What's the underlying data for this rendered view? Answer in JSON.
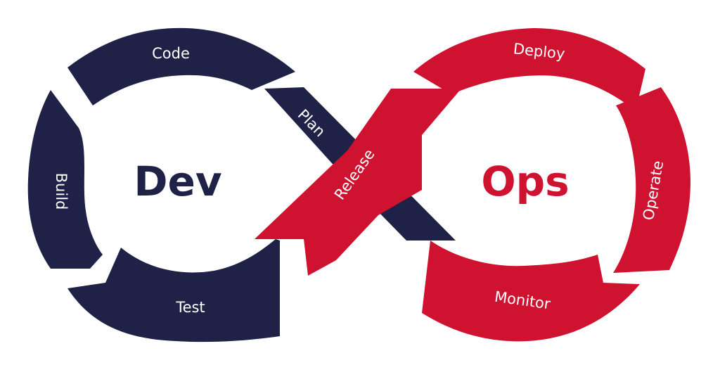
{
  "colors": {
    "dev": "#1f2147",
    "ops": "#cf1230",
    "background": "#ffffff",
    "label_text": "#ffffff"
  },
  "dev": {
    "title": "Dev",
    "stages": {
      "code": "Code",
      "build": "Build",
      "test": "Test",
      "plan": "Plan"
    }
  },
  "ops": {
    "title": "Ops",
    "stages": {
      "deploy": "Deploy",
      "operate": "Operate",
      "monitor": "Monitor",
      "release": "Release"
    }
  }
}
